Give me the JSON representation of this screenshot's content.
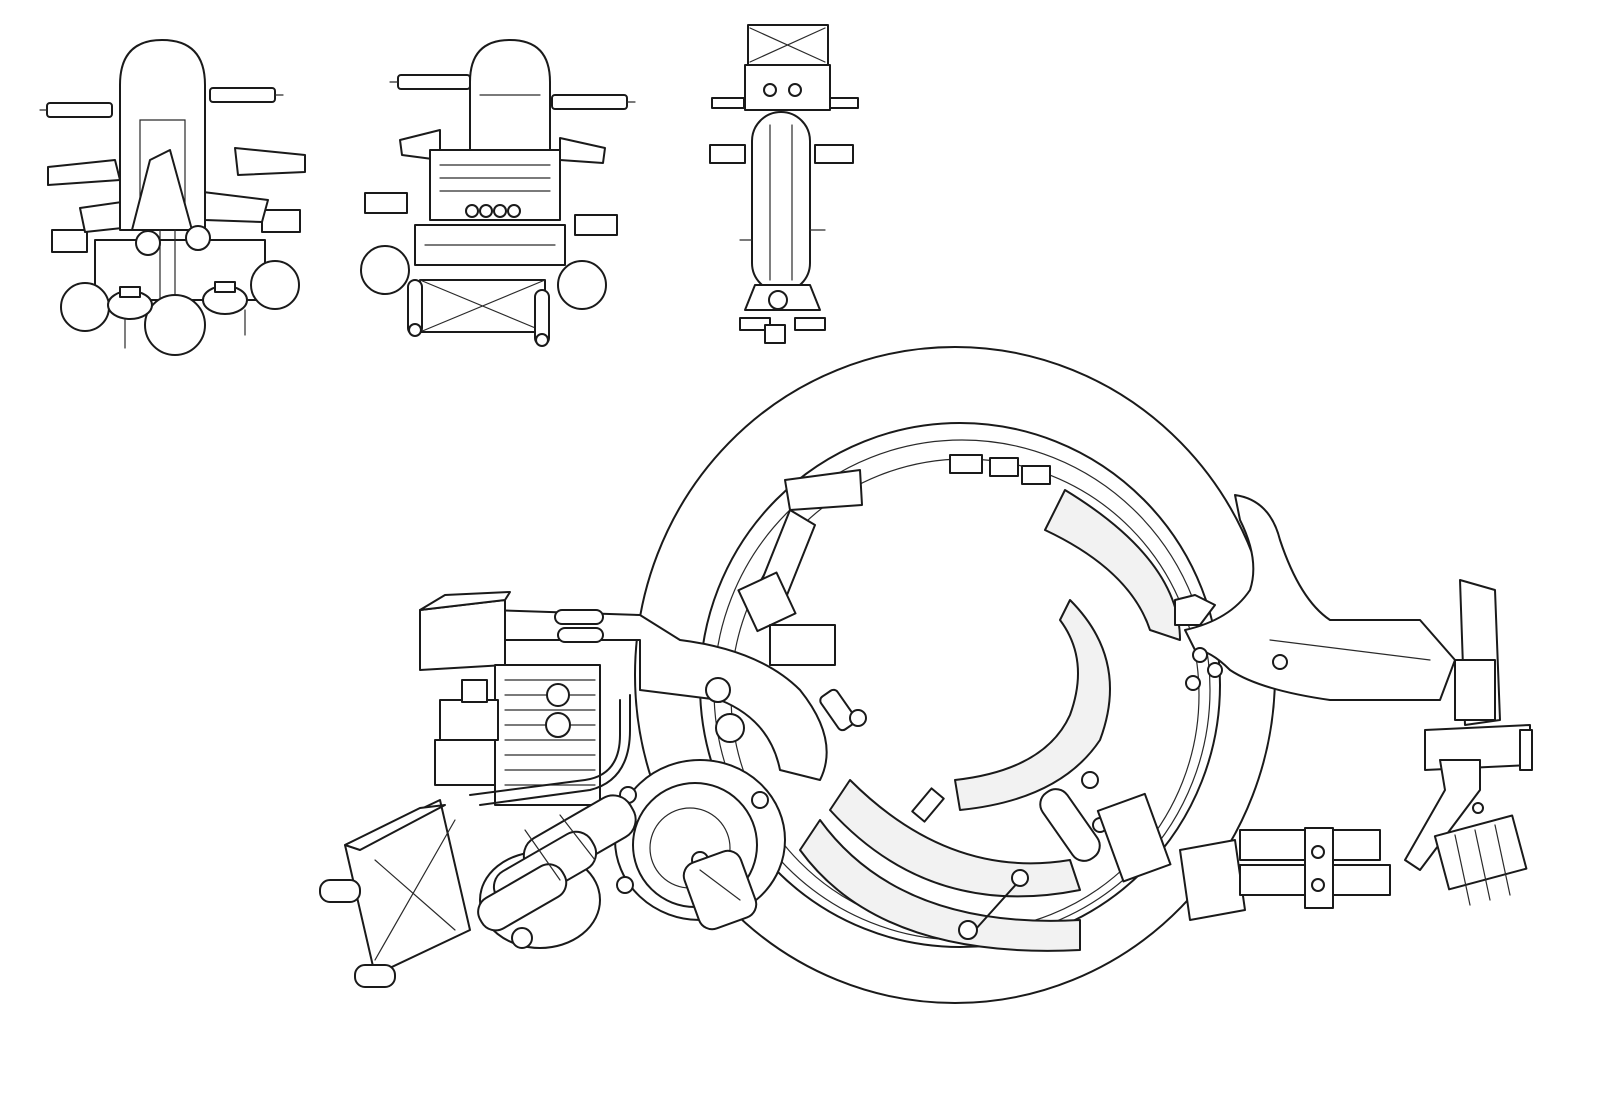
{
  "sheet": {
    "background": "#ffffff",
    "line_color": "#1a1a1a"
  },
  "views": [
    {
      "id": "front-view",
      "subject": "monowheel-vehicle"
    },
    {
      "id": "rear-view",
      "subject": "monowheel-vehicle"
    },
    {
      "id": "top-view",
      "subject": "monowheel-vehicle"
    },
    {
      "id": "perspective-view",
      "subject": "monowheel-vehicle"
    }
  ]
}
